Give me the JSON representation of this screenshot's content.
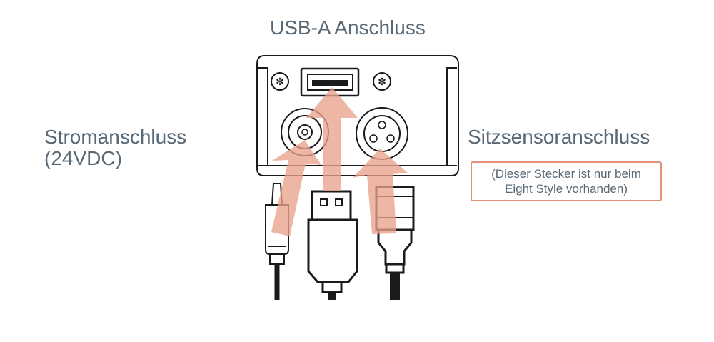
{
  "labels": {
    "usb": "USB-A Anschluss",
    "power_line1": "Stromanschluss",
    "power_line2": "(24VDC)",
    "sensor": "Sitzsensoranschluss",
    "note_line1": "(Dieser Stecker ist nur beim",
    "note_line2": "Eight Style vorhanden)"
  },
  "colors": {
    "text": "#586874",
    "arrow": "#e8a18c",
    "note_border": "#e48f79",
    "line": "#1a1a1a"
  },
  "icons": [
    "usb-port-icon",
    "power-jack-icon",
    "sensor-socket-icon",
    "screw-icon",
    "usb-plug-icon",
    "power-plug-icon",
    "sensor-plug-icon"
  ]
}
